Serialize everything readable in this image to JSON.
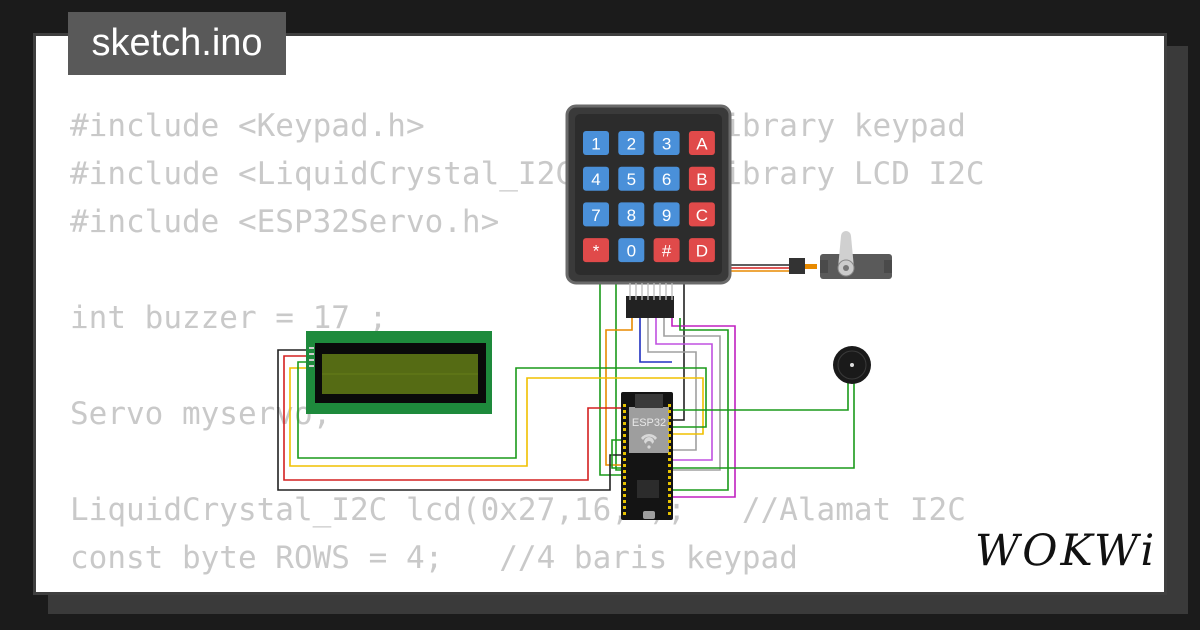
{
  "title": "sketch.ino",
  "brand": "WOKWi",
  "code_lines": [
    "#include <Keypad.h>             //Library keypad",
    "#include <LiquidCrystal_I2C.h>  //Library LCD I2C",
    "#include <ESP32Servo.h>",
    "",
    "int buzzer = 17 ;",
    "",
    "Servo myservo;",
    "",
    "LiquidCrystal_I2C lcd(0x27,16,2);   //Alamat I2C",
    "const byte ROWS = 4;   //4 baris keypad"
  ],
  "keypad": {
    "keys": [
      [
        "1",
        "2",
        "3",
        "A"
      ],
      [
        "4",
        "5",
        "6",
        "B"
      ],
      [
        "7",
        "8",
        "9",
        "C"
      ],
      [
        "*",
        "0",
        "#",
        "D"
      ]
    ]
  },
  "board": {
    "label": "ESP32"
  },
  "colors": {
    "background": "#1b1b1b",
    "card": "#ffffff",
    "code_text": "#c9c9c9",
    "title_tab": "#595959",
    "key_blue": "#4a90d9",
    "key_red": "#e04a4a",
    "lcd_pcb": "#1e8a3c",
    "lcd_screen": "#556b14"
  }
}
